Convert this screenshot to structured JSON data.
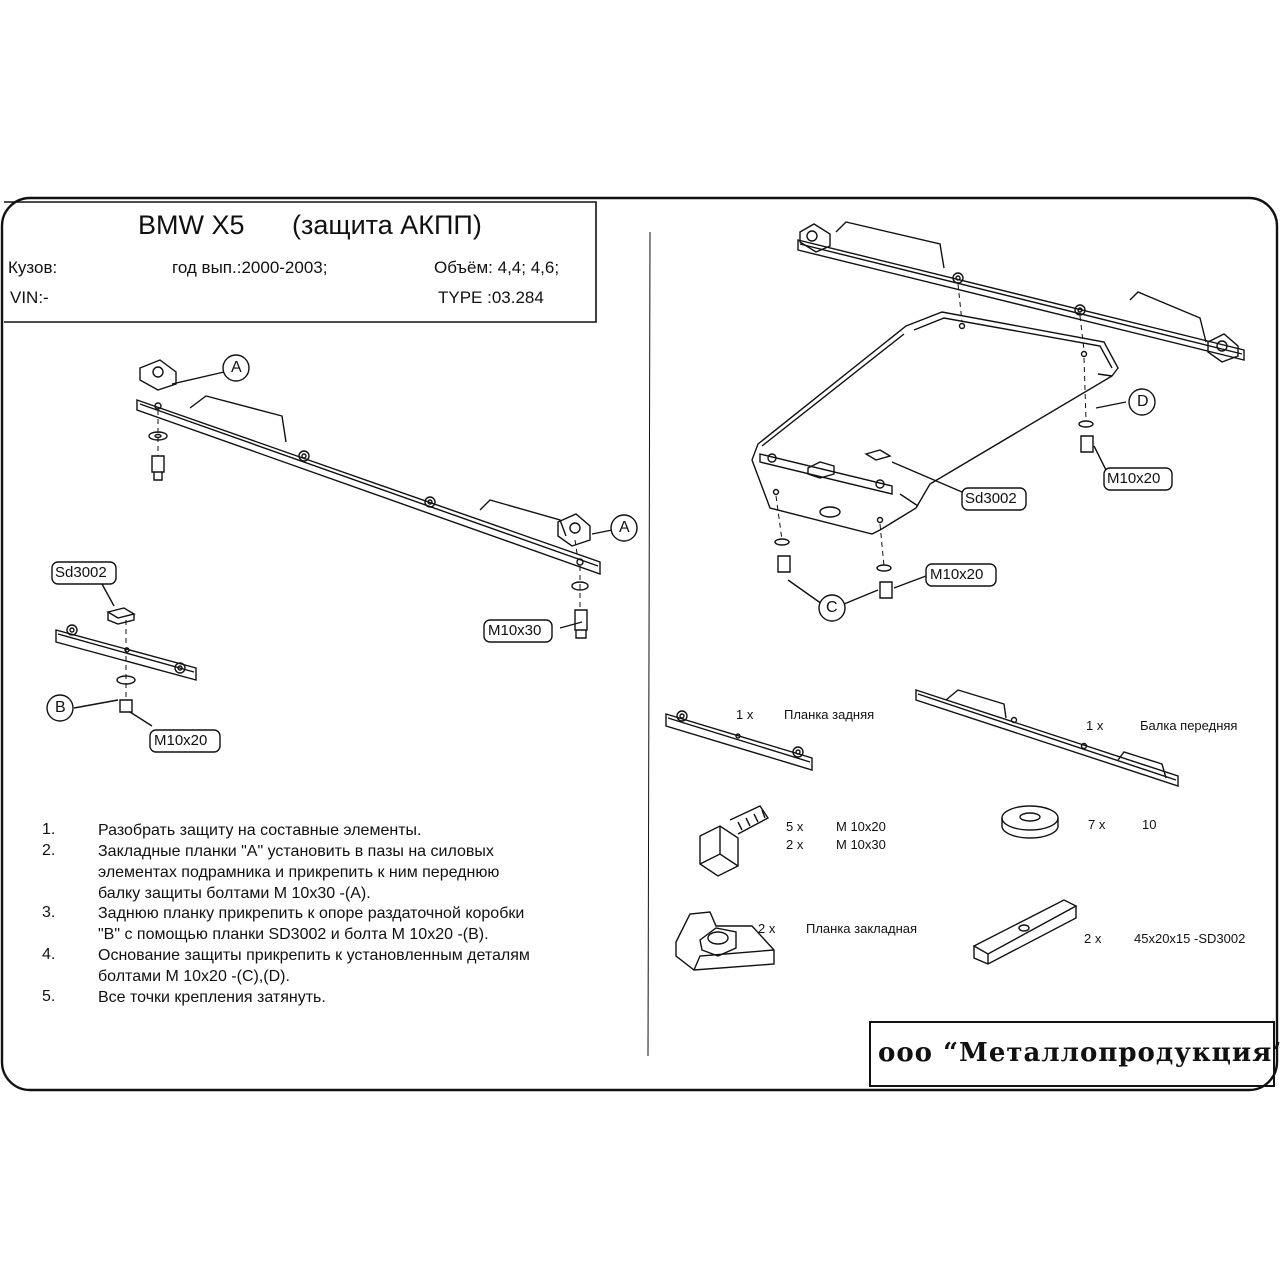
{
  "title_block": {
    "title": "BMW  X5",
    "subtitle": "(защита АКПП)",
    "body_label": "Кузов:",
    "year_label": "год вып.:2000-2003;",
    "volume_label": "Объём: 4,4; 4,6;",
    "vin_label": "VIN:-",
    "type_label": "TYPE :03.284"
  },
  "callouts": {
    "a": "A",
    "b": "B",
    "c": "C",
    "d": "D",
    "sd3002": "Sd3002",
    "m10x20": "M10x20",
    "m10x30": "M10x30"
  },
  "steps": [
    {
      "n": "1.",
      "text": "Разобрать защиту на составные элементы."
    },
    {
      "n": "2.",
      "text": "Закладные планки \"А\" установить в пазы на силовых\nэлементах подрамника и прикрепить к ним переднюю\nбалку защиты болтами М 10х30 -(А)."
    },
    {
      "n": "3.",
      "text": "Заднюю планку прикрепить к опоре раздаточной коробки\n\"В\" с помощью планки SD3002 и болта М 10х20 -(В)."
    },
    {
      "n": "4.",
      "text": "Основание защиты прикрепить к установленным деталям\nболтами М 10х20 -(С),(D)."
    },
    {
      "n": "5.",
      "text": "Все точки крепления затянуть."
    }
  ],
  "parts": [
    {
      "qty": "1 x",
      "name": "Планка задняя"
    },
    {
      "qty": "1 x",
      "name": "Балка передняя"
    },
    {
      "qty": "5 x",
      "name": "M 10x20"
    },
    {
      "qty": "2 x",
      "name": "M 10x30"
    },
    {
      "qty": "7 x",
      "name": "10"
    },
    {
      "qty": "2 x",
      "name": "Планка закладная"
    },
    {
      "qty": "2 x",
      "name": "45x20x15 -SD3002"
    }
  ],
  "brand": "ооо “Металлопродукция”"
}
